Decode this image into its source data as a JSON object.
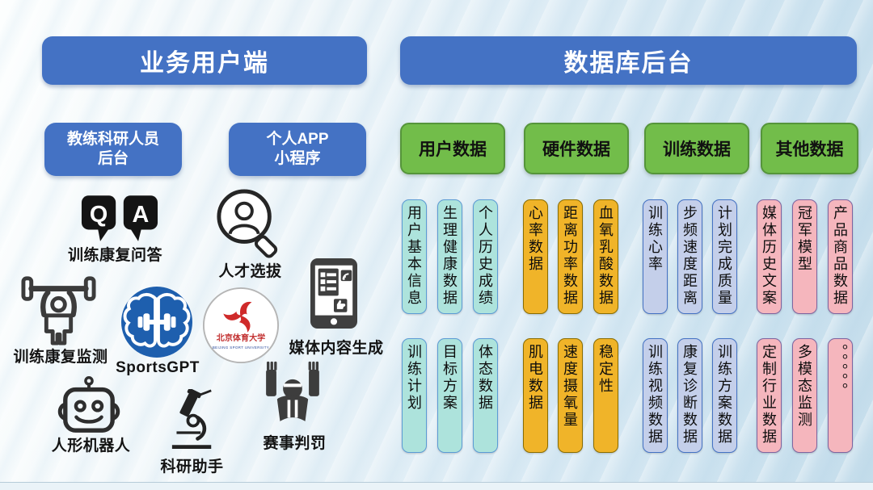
{
  "slide": {
    "left": {
      "header": "业务用户端",
      "boxes": [
        {
          "lines": [
            "教练科研人员",
            "后台"
          ]
        },
        {
          "lines": [
            "个人APP",
            "小程序"
          ]
        }
      ],
      "items": [
        {
          "icon": "qa-chat-icon",
          "label": "训练康复问答",
          "letters": [
            "Q",
            "A"
          ]
        },
        {
          "icon": "talent-search-icon",
          "label": "人才选拔"
        },
        {
          "icon": "weightlifter-icon",
          "label": "训练康复监测"
        },
        {
          "icon": "sportsgpt-logo",
          "label": "SportsGPT"
        },
        {
          "icon": "bsu-logo",
          "logo_text": "北京体育大学",
          "logo_subtext": "BEIJING SPORT UNIVERSITY"
        },
        {
          "icon": "media-tablet-icon",
          "label": "媒体内容生成"
        },
        {
          "icon": "robot-icon",
          "label": "人形机器人"
        },
        {
          "icon": "microscope-icon",
          "label": "科研助手"
        },
        {
          "icon": "referee-icon",
          "label": "赛事判罚"
        }
      ]
    },
    "right": {
      "header": "数据库后台",
      "header_color": "#4472c4",
      "category_color": "#72bd4a",
      "groups": [
        {
          "category": "用户数据",
          "pill_color": "#ade3dc",
          "pill_border": "#5b9bd5",
          "row1": [
            "用户基本信息",
            "生理健康数据",
            "个人历史成绩"
          ],
          "row2": [
            "训练计划",
            "目标方案",
            "体态数据"
          ]
        },
        {
          "category": "硬件数据",
          "pill_color": "#f0b429",
          "pill_border": "#8a6d00",
          "row1": [
            "心率数据",
            "距离功率数据",
            "血氧乳酸数据"
          ],
          "row2": [
            "肌电数据",
            "速度摄氧量",
            "稳定性"
          ]
        },
        {
          "category": "训练数据",
          "pill_color": "#c4cfea",
          "pill_border": "#4472c4",
          "row1": [
            "训练心率",
            "步频速度距离",
            "计划完成质量"
          ],
          "row2": [
            "训练视频数据",
            "康复诊断数据",
            "训练方案数据"
          ]
        },
        {
          "category": "其他数据",
          "pill_color": "#f5b6bd",
          "pill_border": "#7e64a0",
          "row1": [
            "媒体历史文案",
            "冠军模型",
            "产品商品数据"
          ],
          "row2": [
            "定制行业数据",
            "多模态监测",
            "。。。。。"
          ]
        }
      ]
    }
  }
}
